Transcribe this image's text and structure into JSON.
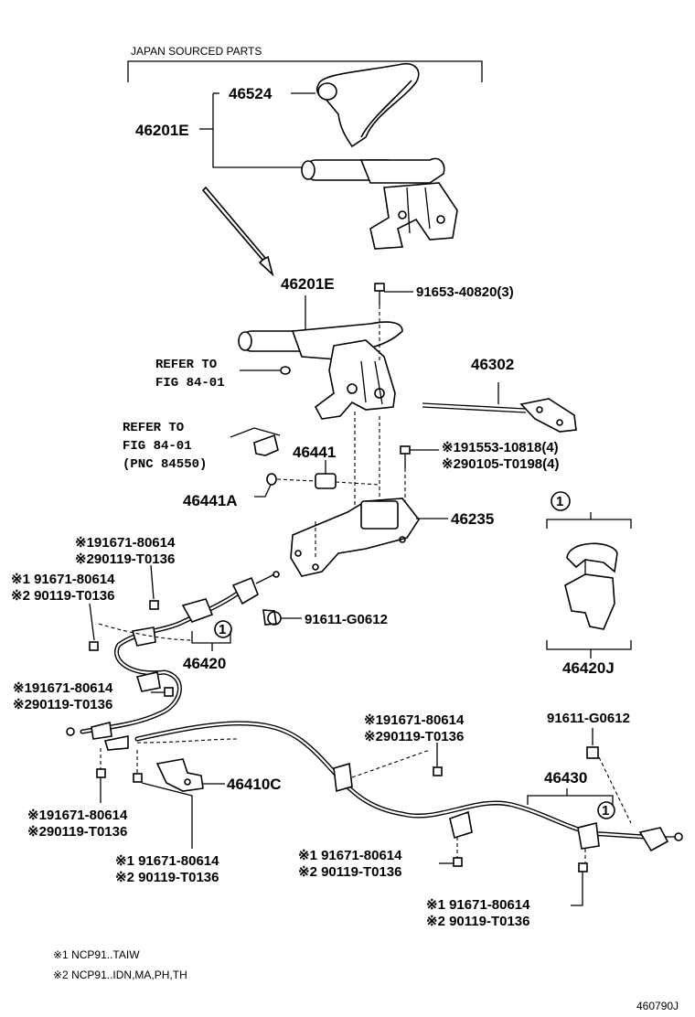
{
  "header": {
    "sourcing_label": "JAPAN SOURCED PARTS"
  },
  "parts": {
    "p46524": "46524",
    "p46201E_top": "46201E",
    "p46201E_main": "46201E",
    "p91653": "91653-40820(3)",
    "ref_a_1": "REFER TO",
    "ref_a_2": "FIG 84-01",
    "p46302": "46302",
    "ref_b_1": "REFER TO",
    "ref_b_2": "FIG 84-01",
    "ref_b_3": "(PNC 84550)",
    "p46441": "46441",
    "p191553": "※191553-10818(4)",
    "p290105": "※290105-T0198(4)",
    "p46441A": "46441A",
    "p46235": "46235",
    "circle_1": "1",
    "a_line1": "※191671-80614",
    "a_line2": "※290119-T0136",
    "b_line1": "※1 91671-80614",
    "b_line2": "※2 90119-T0136",
    "p91611_mid": "91611-G0612",
    "p46420": "46420",
    "p46420J": "46420J",
    "c_line1": "※191671-80614",
    "c_line2": "※290119-T0136",
    "d_line1": "※191671-80614",
    "d_line2": "※290119-T0136",
    "p91611_right": "91611-G0612",
    "p46430": "46430",
    "p46410C": "46410C",
    "e_line1": "※191671-80614",
    "e_line2": "※290119-T0136",
    "f_line1": "※1 91671-80614",
    "f_line2": "※2 90119-T0136",
    "g_line1": "※1 91671-80614",
    "g_line2": "※2 90119-T0136",
    "h_line1": "※1 91671-80614",
    "h_line2": "※2 90119-T0136"
  },
  "legend": {
    "note1": "※1 NCP91..TAIW",
    "note2": "※2 NCP91..IDN,MA,PH,TH"
  },
  "figure_id": "460790J"
}
